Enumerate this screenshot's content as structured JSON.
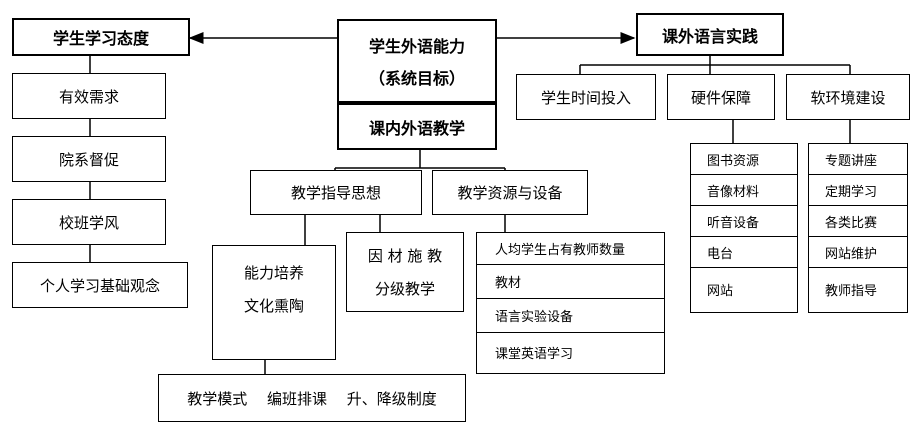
{
  "left_title": "学生学习态度",
  "left_items": [
    "有效需求",
    "院系督促",
    "校班学风",
    "个人学习基础观念"
  ],
  "center_title_line1": "学生外语能力",
  "center_title_line2": "（系统目标）",
  "inclass_title": "课内外语教学",
  "guiding": "教学指导思想",
  "resources": "教学资源与设备",
  "ability_line1": "能力培养",
  "ability_line2": "文化熏陶",
  "tailored_line1": "因 材 施 教",
  "tailored_line2": "分级教学",
  "modes": "教学模式　 编班排课　 升、降级制度",
  "resource_items": [
    "人均学生占有教师数量",
    "教材",
    "语言实验设备",
    "课堂英语学习"
  ],
  "right_title": "课外语言实践",
  "time": "学生时间投入",
  "hardware": "硬件保障",
  "software": "软环境建设",
  "hardware_items": [
    "图书资源",
    "音像材料",
    "听音设备",
    "电台",
    "网站"
  ],
  "software_items": [
    "专题讲座",
    "定期学习",
    "各类比赛",
    "网站维护",
    "教师指导"
  ]
}
